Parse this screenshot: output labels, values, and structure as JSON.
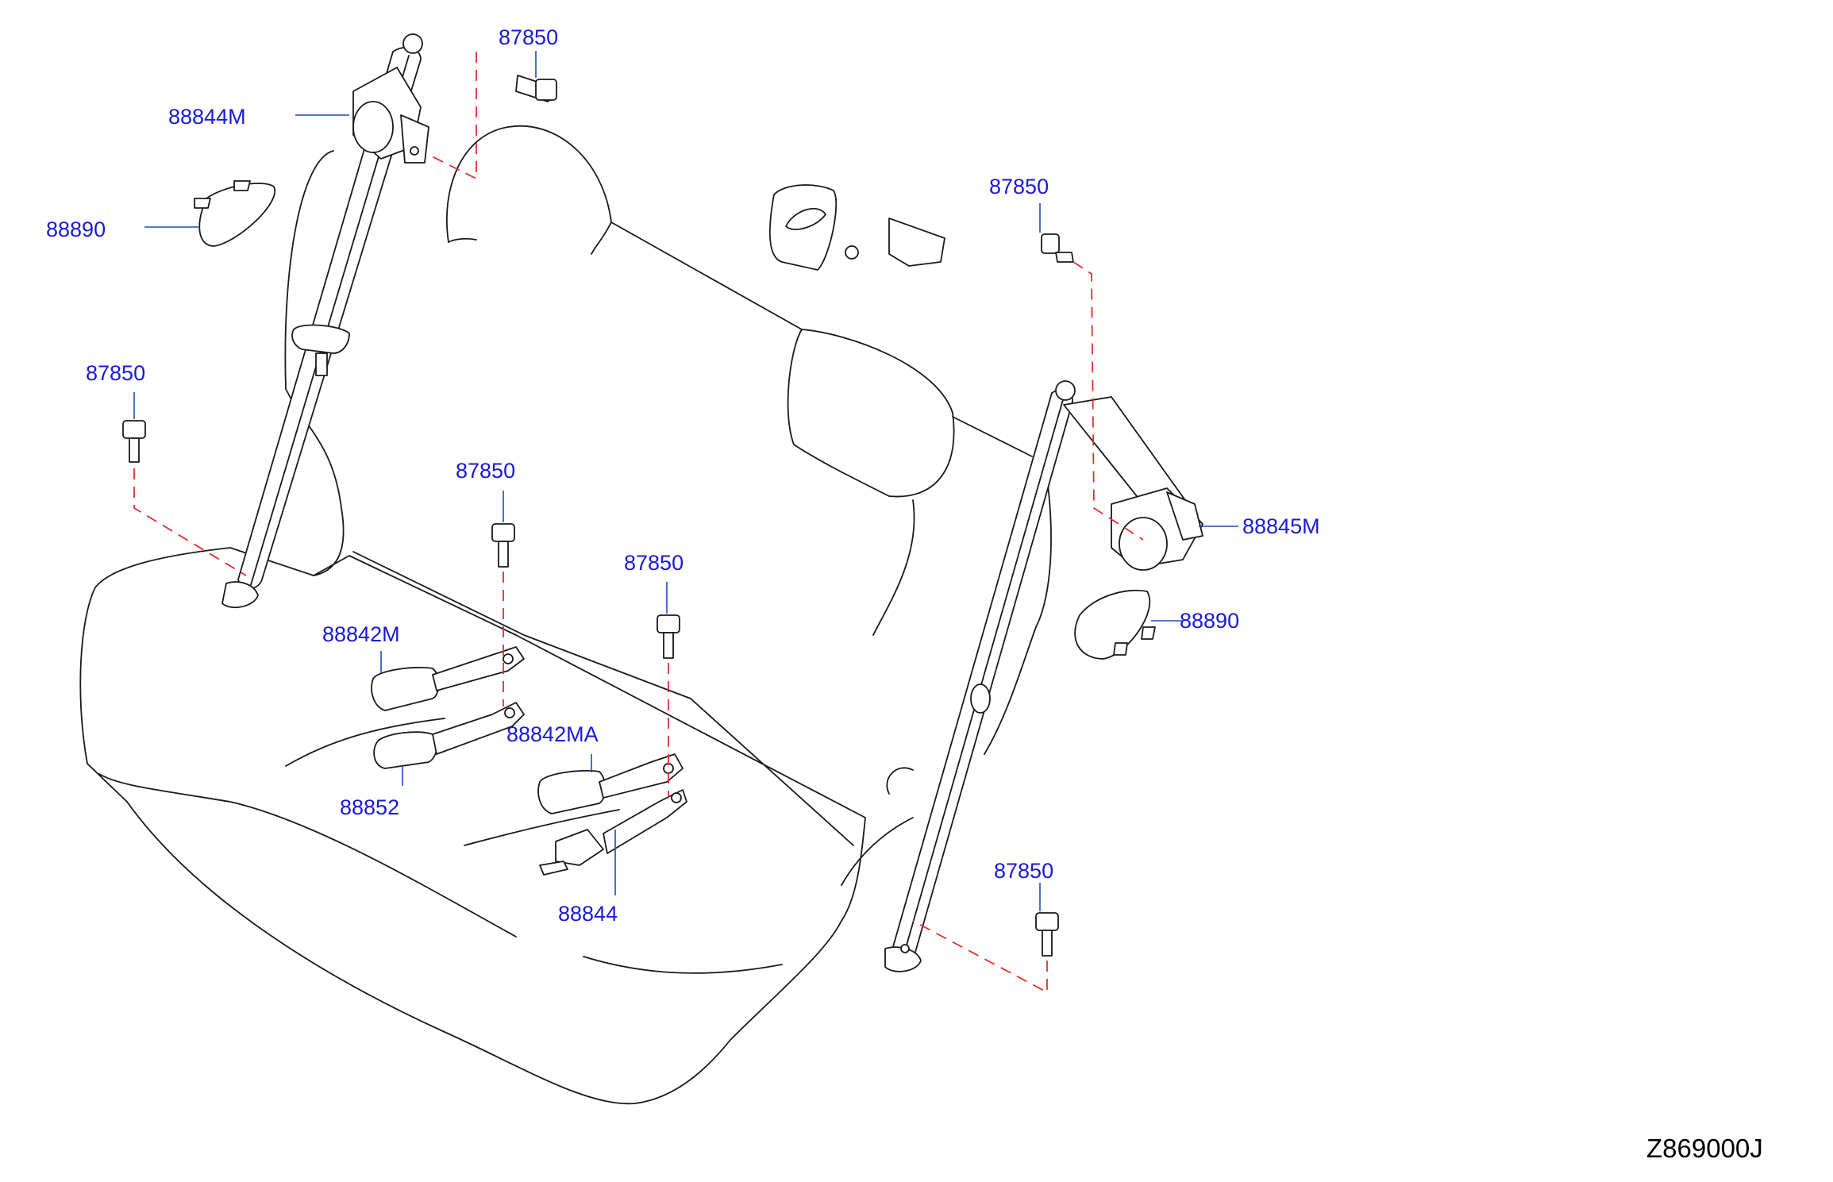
{
  "diagram": {
    "code": "Z869000J",
    "labels": {
      "bolt_top_left": "87850",
      "retractor_left": "88844M",
      "cover_left": "88890",
      "bolt_left": "87850",
      "bolt_center_left": "87850",
      "bolt_center": "87850",
      "buckle_left": "88842M",
      "buckle_lower": "88852",
      "buckle_center": "88842MA",
      "belt_center": "88844",
      "bolt_top_right": "87850",
      "retractor_right": "88845M",
      "cover_right": "88890",
      "bolt_bottom_right": "87850"
    },
    "colors": {
      "label": "#1a1ad6",
      "leader": "#1a4fb5",
      "dashed_guide": "#e03030",
      "outline": "#1a1a1a"
    }
  }
}
